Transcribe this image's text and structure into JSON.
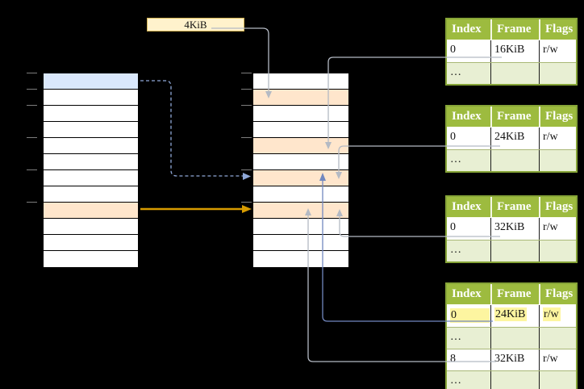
{
  "frame_size_label": "4KiB",
  "colors": {
    "bg": "#000000",
    "green_header": "#9dbb3f",
    "green_border": "#86a437",
    "green_light": "#e8efd3",
    "orange_row": "#ffe6cc",
    "blue_row": "#dae8fc",
    "cream": "#fff2cc",
    "cream_border": "#d6b656",
    "yellow_hl": "#fdf5a0",
    "line_gray": "#b4bac4",
    "blue_line": "#7288bf",
    "blue_dash": "#8fa8d8",
    "orange_arrow": "#d79b00"
  },
  "virtual_memory": {
    "rows": [
      "blue",
      "white",
      "white",
      "white",
      "white",
      "white",
      "white",
      "white",
      "orange",
      "white",
      "white",
      "white"
    ]
  },
  "physical_memory": {
    "rows": [
      "white",
      "orange",
      "white",
      "white",
      "orange",
      "white",
      "orange",
      "white",
      "orange",
      "white",
      "white",
      "white"
    ]
  },
  "page_tables": [
    {
      "headers": [
        "Index",
        "Frame",
        "Flags"
      ],
      "row_styles": [
        "plain",
        "dots"
      ],
      "rows": [
        [
          "0",
          "16KiB",
          "r/w"
        ],
        [
          "…",
          "",
          ""
        ]
      ]
    },
    {
      "headers": [
        "Index",
        "Frame",
        "Flags"
      ],
      "row_styles": [
        "plain",
        "dots"
      ],
      "rows": [
        [
          "0",
          "24KiB",
          "r/w"
        ],
        [
          "…",
          "",
          ""
        ]
      ]
    },
    {
      "headers": [
        "Index",
        "Frame",
        "Flags"
      ],
      "row_styles": [
        "plain",
        "dots"
      ],
      "rows": [
        [
          "0",
          "32KiB",
          "r/w"
        ],
        [
          "…",
          "",
          ""
        ]
      ]
    },
    {
      "headers": [
        "Index",
        "Frame",
        "Flags"
      ],
      "row_styles": [
        "hl",
        "dots",
        "plain",
        "dots"
      ],
      "rows": [
        [
          "0",
          "24KiB",
          "r/w"
        ],
        [
          "…",
          "",
          ""
        ],
        [
          "8",
          "32KiB",
          "r/w"
        ],
        [
          "…",
          "",
          ""
        ]
      ]
    }
  ]
}
